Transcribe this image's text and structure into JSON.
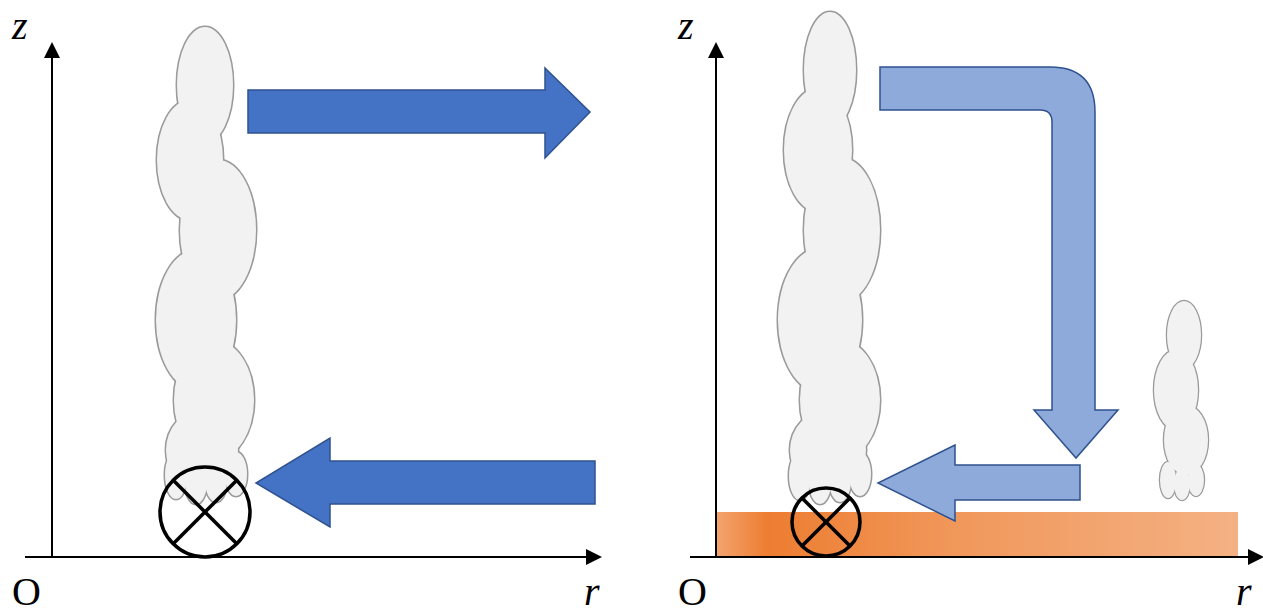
{
  "diagram": {
    "labels": [
      "z",
      "r",
      "O",
      "z",
      "r",
      "O"
    ]
  }
}
